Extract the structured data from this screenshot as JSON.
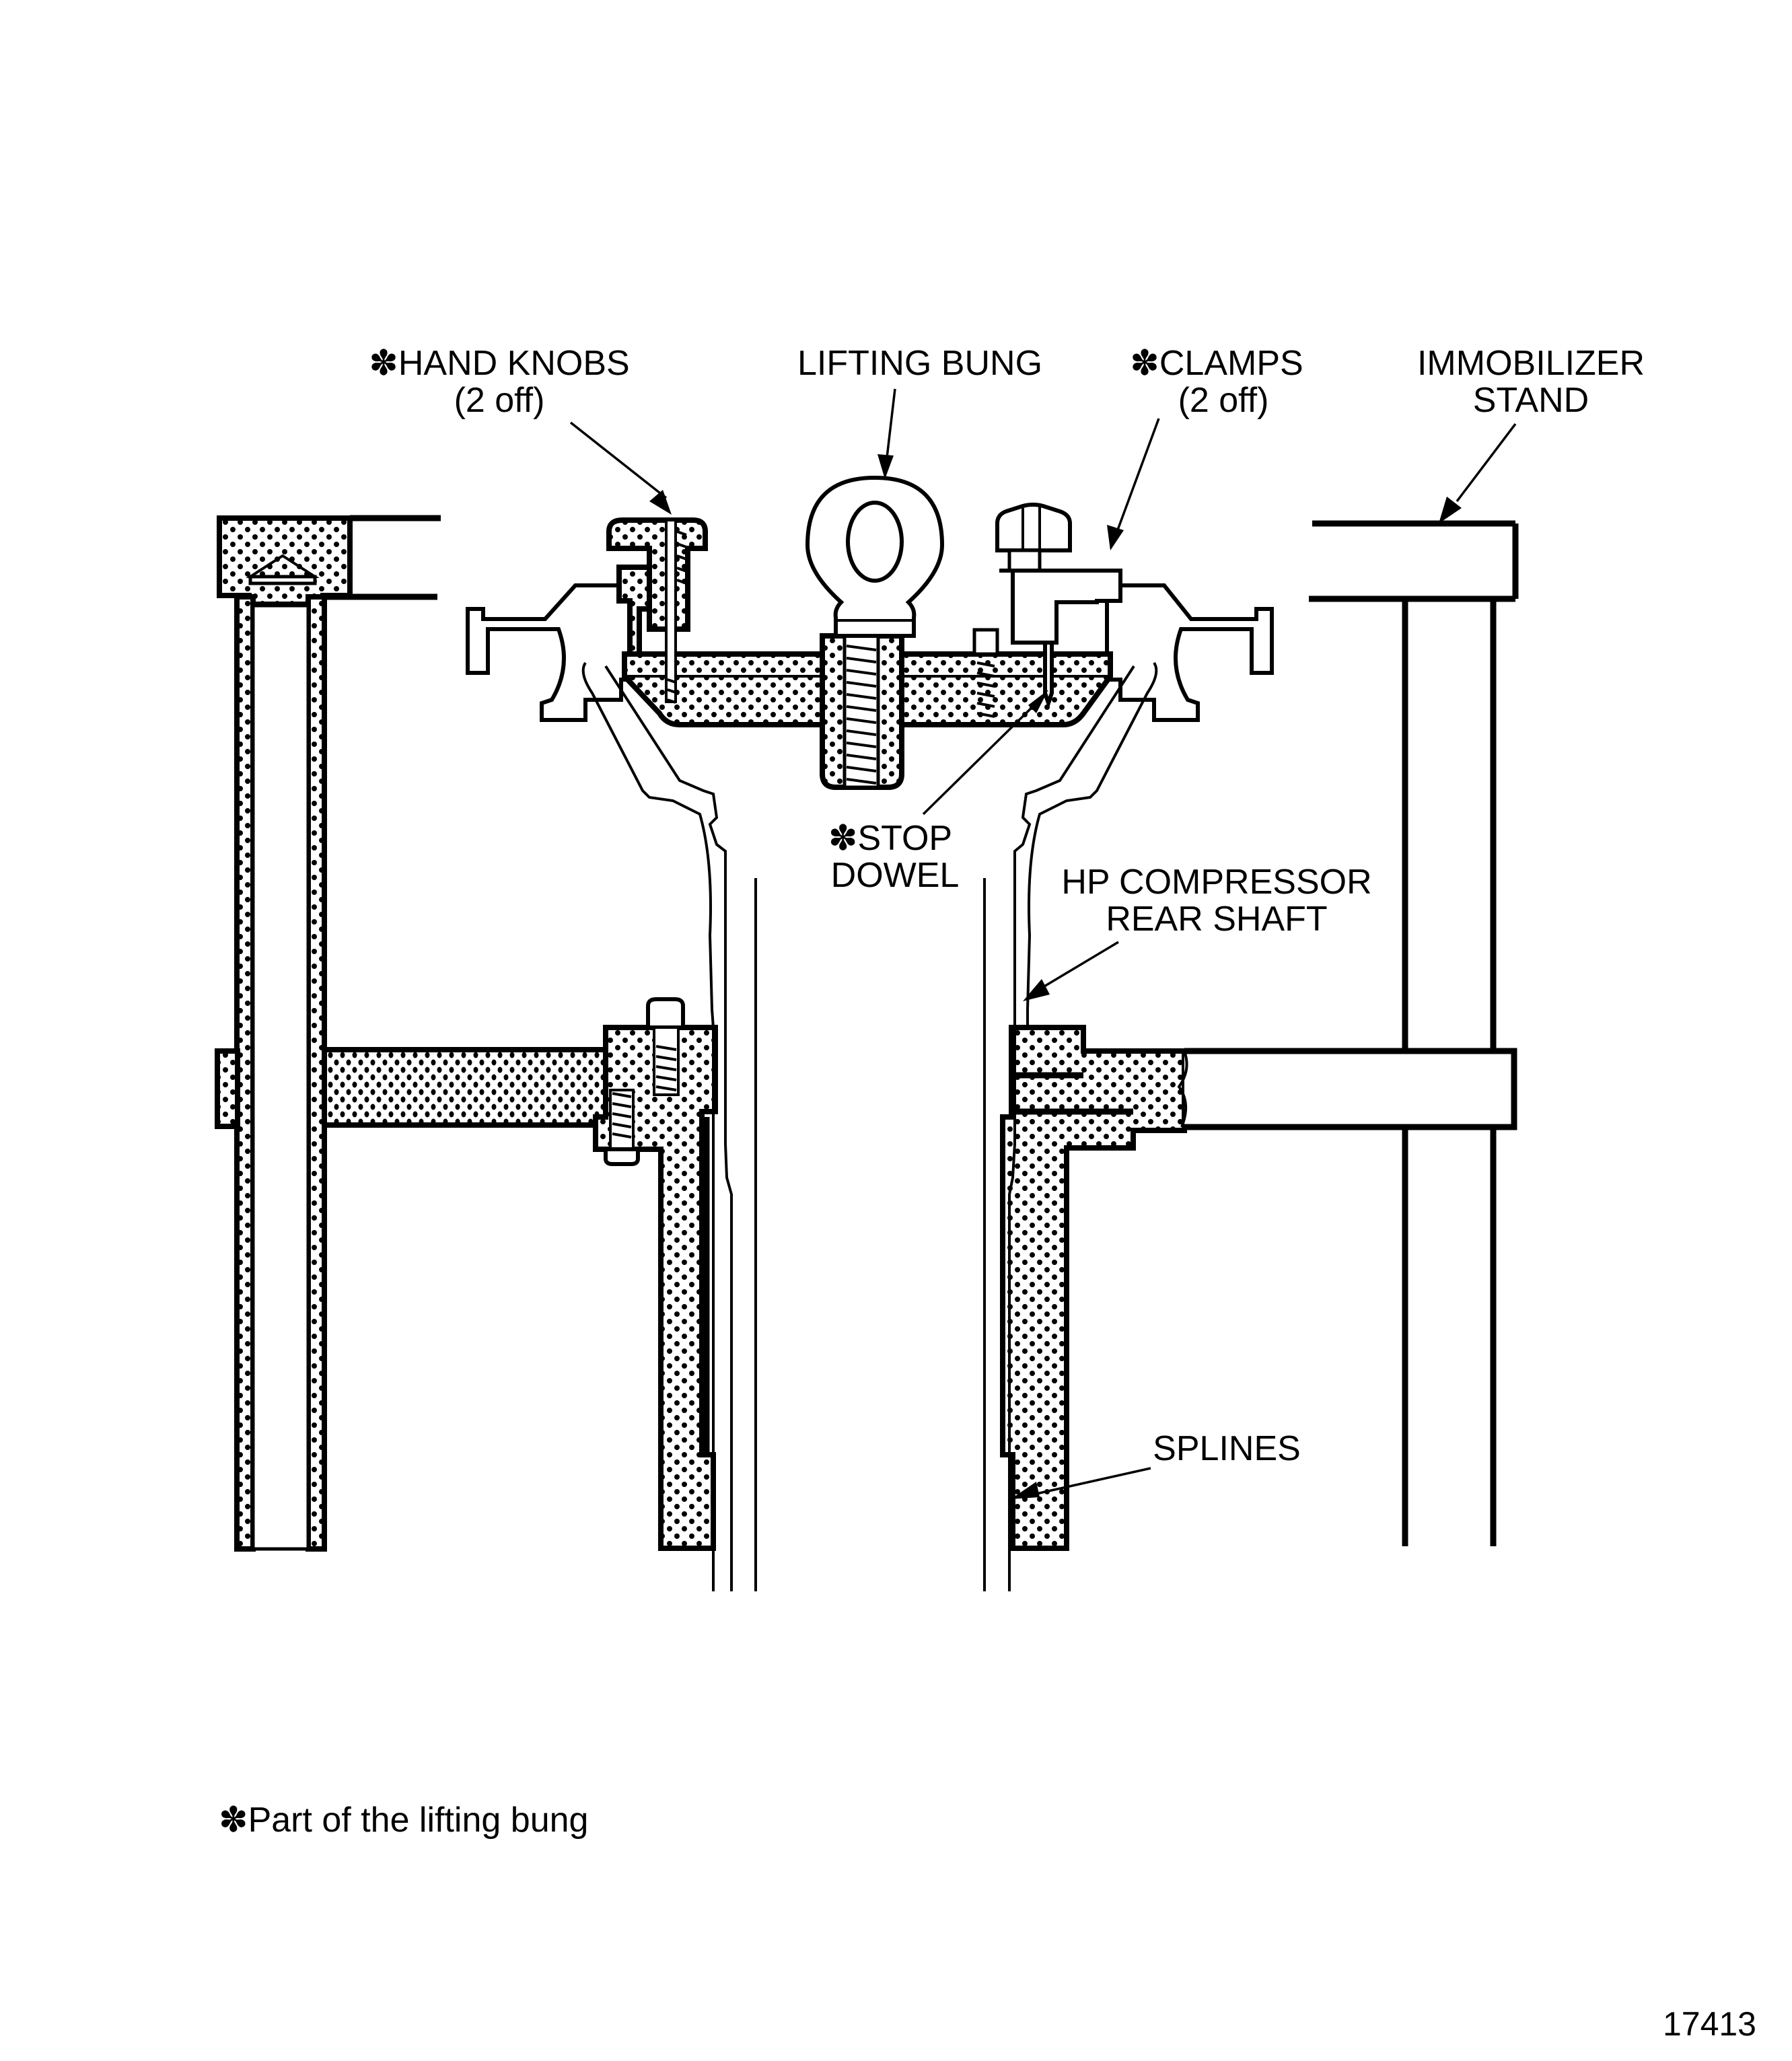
{
  "figure": {
    "title": "HP compressor rear shaft in immobilizer stand with lifting bung",
    "figure_number": "17413",
    "footnote": "✽Part of the lifting bung",
    "ink_color": "#000000",
    "paper_color": "#ffffff"
  },
  "labels": {
    "hand_knobs": {
      "line1": "✽HAND KNOBS",
      "line2": "(2 off)"
    },
    "lifting_bung": {
      "line1": "LIFTING BUNG"
    },
    "clamps": {
      "line1": "✽CLAMPS",
      "line2": "(2 off)"
    },
    "immobilizer_stand": {
      "line1": "IMMOBILIZER",
      "line2": "STAND"
    },
    "stop_dowel": {
      "line1": "✽STOP",
      "line2": "DOWEL"
    },
    "hp_compressor_rear_shaft": {
      "line1": "HP COMPRESSOR",
      "line2": "REAR SHAFT"
    },
    "splines": {
      "line1": "SPLINES"
    }
  },
  "components": [
    {
      "id": "hand-knobs",
      "name": "Hand knobs",
      "quantity": 2,
      "part_of_lifting_bung": true
    },
    {
      "id": "lifting-bung",
      "name": "Lifting bung",
      "part_of_lifting_bung": false
    },
    {
      "id": "clamps",
      "name": "Clamps",
      "quantity": 2,
      "part_of_lifting_bung": true
    },
    {
      "id": "immobilizer-stand",
      "name": "Immobilizer stand",
      "part_of_lifting_bung": false
    },
    {
      "id": "stop-dowel",
      "name": "Stop dowel",
      "part_of_lifting_bung": true
    },
    {
      "id": "hp-compressor-rear-shaft",
      "name": "HP compressor rear shaft",
      "part_of_lifting_bung": false
    },
    {
      "id": "splines",
      "name": "Splines",
      "part_of_lifting_bung": false
    }
  ]
}
